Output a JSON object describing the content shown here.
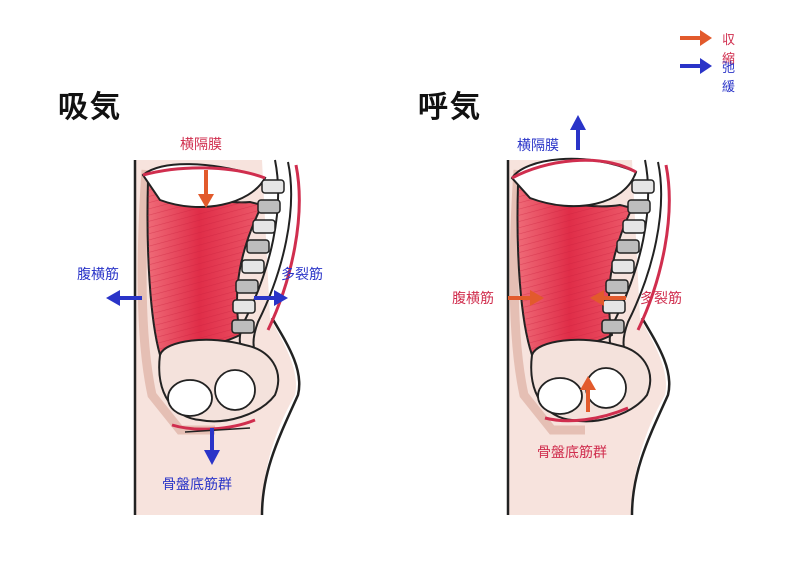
{
  "colors": {
    "contraction": "#e25a2c",
    "relaxation": "#2a34c8",
    "label_red": "#d02e4e",
    "label_blue": "#2a34c8",
    "muscle": "#e2374f",
    "skin": "#f3d6cf",
    "outline": "#222222"
  },
  "legend": {
    "contraction_label": "収縮",
    "relaxation_label": "弛緩"
  },
  "inhale": {
    "title": "吸気",
    "diaphragm_label": "横隔膜",
    "transversus_label": "腹横筋",
    "multifidus_label": "多裂筋",
    "pelvic_floor_label": "骨盤底筋群"
  },
  "exhale": {
    "title": "呼気",
    "diaphragm_label": "横隔膜",
    "transversus_label": "腹横筋",
    "multifidus_label": "多裂筋",
    "pelvic_floor_label": "骨盤底筋群"
  }
}
